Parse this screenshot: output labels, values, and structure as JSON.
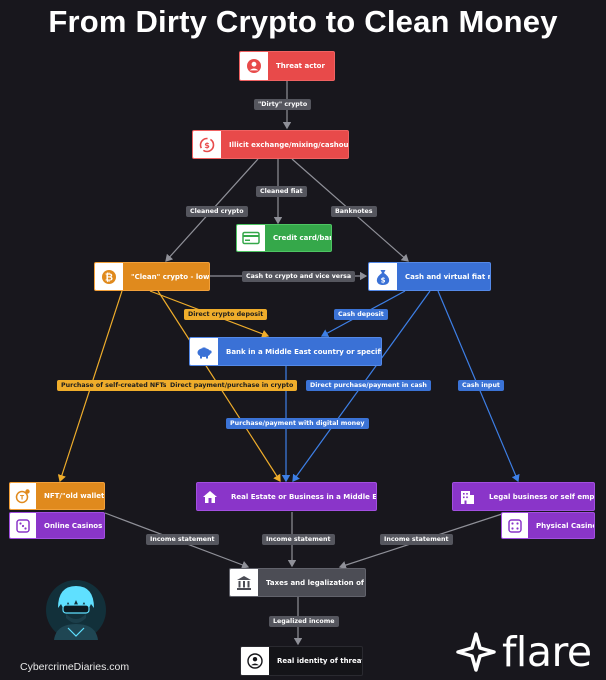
{
  "title": "From Dirty Crypto to Clean Money",
  "nodes": {
    "threat_actor": "Threat actor",
    "exchange": "Illicit exchange/mixing/cashout service",
    "credit_card": "Credit card/bank",
    "clean_crypto": "\"Clean\" crypto - low AML",
    "cash_fiat": "Cash and virtual fiat money",
    "bank_me": "Bank in a Middle East country or specific Exchange",
    "nft": "NFT/\"old wallet\"",
    "online_casinos": "Online Casinos",
    "real_estate": "Real Estate or Business in a Middle East country",
    "legal_business": "Legal business or self employment",
    "physical_casinos": "Physical Casinos",
    "taxes": "Taxes and legalization of income",
    "real_identity": "Real identity of threat actor"
  },
  "edges": {
    "dirty_crypto": "\"Dirty\" crypto",
    "cleaned_fiat": "Cleaned fiat",
    "cleaned_crypto": "Cleaned crypto",
    "banknotes": "Banknotes",
    "cash_to_crypto": "Cash to crypto and vice versa",
    "direct_crypto_deposit": "Direct crypto deposit",
    "cash_deposit": "Cash deposit",
    "purchase_nfts": "Purchase of self-created NFTs",
    "direct_payment_crypto": "Direct payment/purchase in crypto",
    "direct_purchase_cash": "Direct purchase/payment in cash",
    "cash_input": "Cash input",
    "purchase_digital": "Purchase/payment with digital money",
    "income_1": "Income statement",
    "income_2": "Income statement",
    "income_3": "Income statement",
    "legalized_income": "Legalized income"
  },
  "footer": {
    "site": "CybercrimeDiaries.com",
    "brand": "flare"
  },
  "colors": {
    "background": "#18171d",
    "red": "#e84a4a",
    "green": "#35a84a",
    "orange": "#e08a1d",
    "blue": "#3a71d6",
    "purple": "#8a35c9",
    "grey": "#4c4d55",
    "crypto_label": "#efad2b"
  },
  "icons": {
    "threat_actor": "user-circle-icon",
    "exchange": "crypto-exchange-icon",
    "credit_card": "credit-card-icon",
    "clean_crypto": "bitcoin-icon",
    "cash_fiat": "money-bag-icon",
    "bank_me": "piggy-bank-icon",
    "nft": "nft-coin-icon",
    "online_casinos": "dice-icon",
    "real_estate": "house-money-icon",
    "legal_business": "office-building-icon",
    "physical_casinos": "dice-icon",
    "taxes": "bank-building-icon",
    "real_identity": "user-circle-icon"
  }
}
